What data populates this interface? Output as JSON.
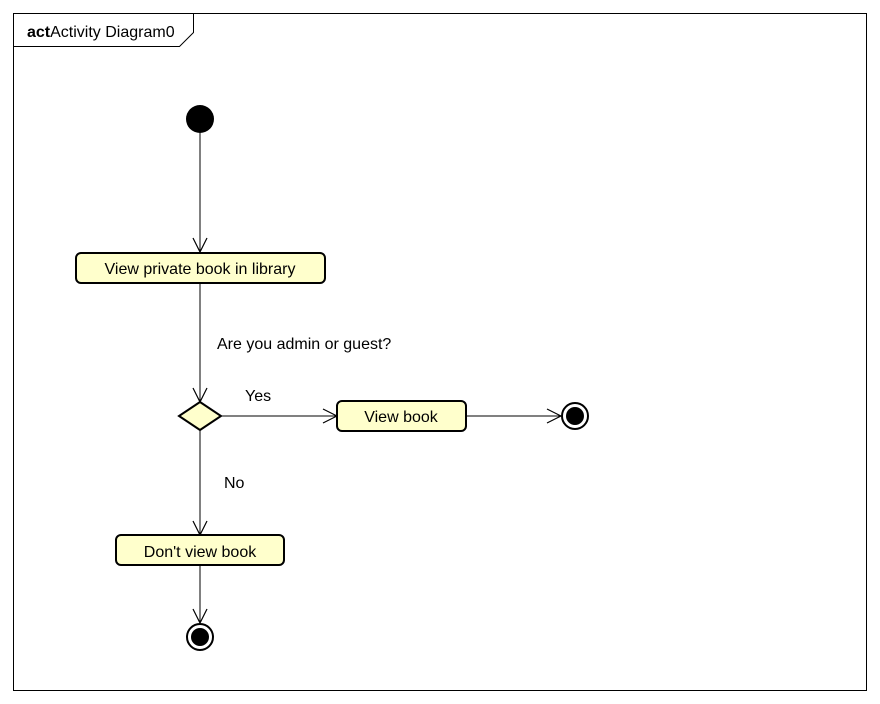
{
  "diagram": {
    "frame": {
      "keyword": "act",
      "name": "Activity Diagram0"
    },
    "actions": {
      "view_private": "View private book in library",
      "view_book": "View book",
      "dont_view": "Don't view book"
    },
    "guards": {
      "question": "Are you admin or guest?",
      "yes": "Yes",
      "no": "No"
    },
    "colors": {
      "action_fill": "#ffffcc",
      "decision_fill": "#ffffcc",
      "line": "#000000",
      "node": "#000000"
    }
  }
}
